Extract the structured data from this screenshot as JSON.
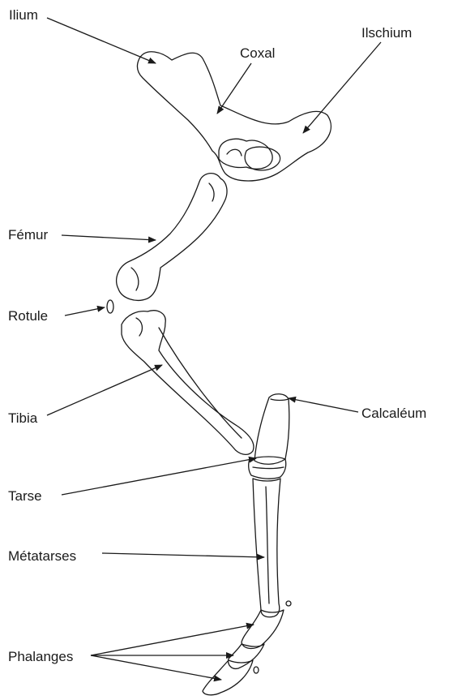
{
  "labels": {
    "ilium": "Ilium",
    "coxal": "Coxal",
    "ischium": "Ilschium",
    "femur": "Fémur",
    "rotule": "Rotule",
    "tibia": "Tibia",
    "calcaneum": "Calcaléum",
    "tarse": "Tarse",
    "metatarses": "Métatarses",
    "phalanges": "Phalanges"
  },
  "colors": {
    "ink": "#1a1a1a",
    "background": "#ffffff"
  }
}
